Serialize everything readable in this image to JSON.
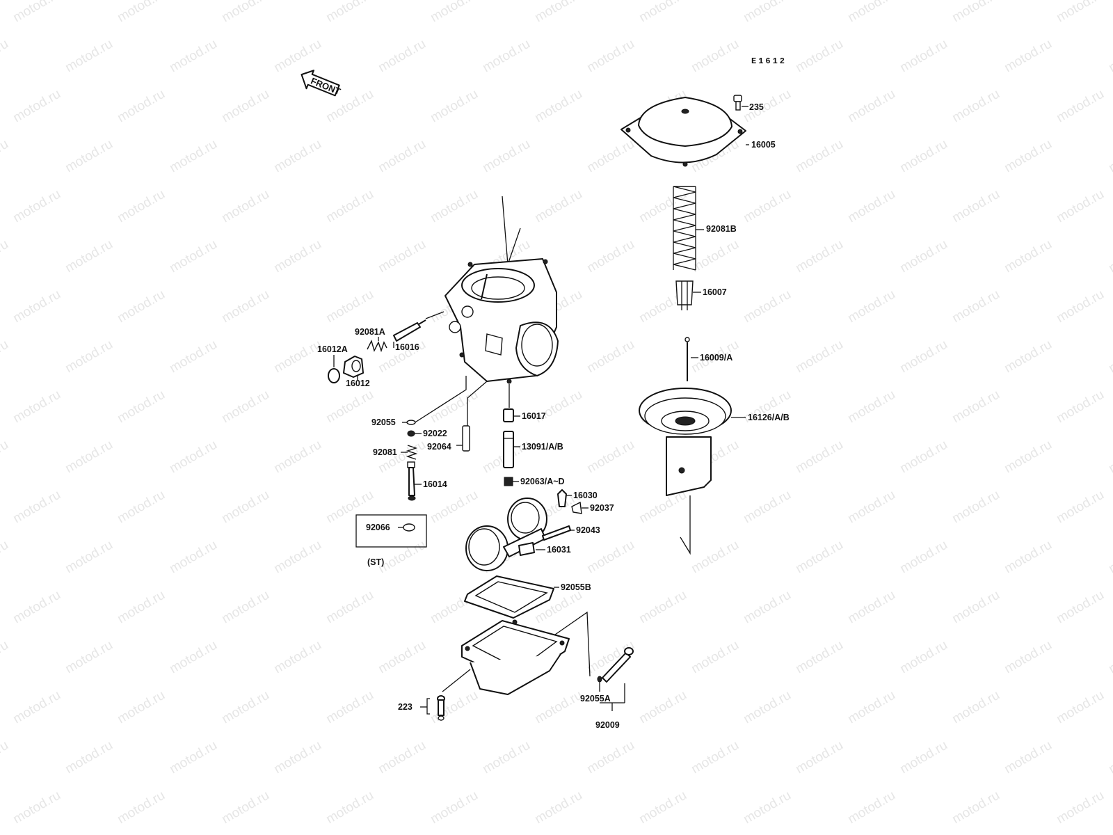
{
  "diagram_code": "E1612",
  "front_arrow_label": "FRONT",
  "watermark": "motod.ru",
  "parts": {
    "p235": "235",
    "p16005": "16005",
    "p92081b": "92081B",
    "p16007": "16007",
    "p16009a": "16009/A",
    "p16126ab": "16126/A/B",
    "p92081a": "92081A",
    "p16012a": "16012A",
    "p16016": "16016",
    "p16012": "16012",
    "p16017": "16017",
    "p92055": "92055",
    "p92022": "92022",
    "p13091ab": "13091/A/B",
    "p92064": "92064",
    "p92081": "92081",
    "p92063ad": "92063/A~D",
    "p16014": "16014",
    "p16030": "16030",
    "p92037": "92037",
    "p92066": "92066",
    "p92043": "92043",
    "p16031": "16031",
    "st": "(ST)",
    "p92055b": "92055B",
    "p223": "223",
    "p92055a": "92055A",
    "p92009": "92009"
  }
}
